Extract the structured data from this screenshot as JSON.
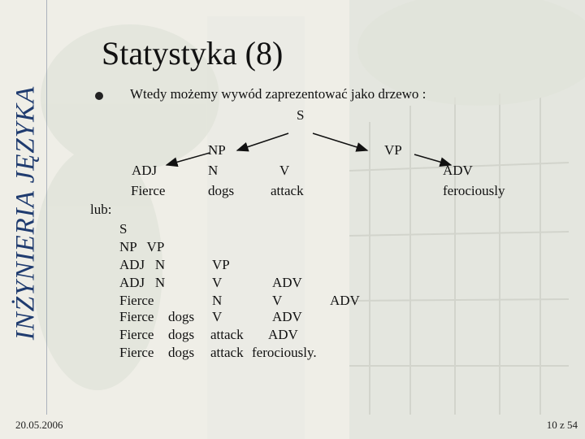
{
  "side_title": "INŻYNIERIA JĘZYKA",
  "footer": {
    "date": "20.05.2006",
    "page": "10 z 54"
  },
  "slide": {
    "title": "Statystyka (8)",
    "intro": "Wtedy możemy wywód zaprezentować jako drzewo :"
  },
  "tree": {
    "root": "S",
    "np": "NP",
    "vp": "VP",
    "adj": "ADJ",
    "fierce": "Fierce",
    "n": "N",
    "dogs": "dogs",
    "v": "V",
    "attack": "attack",
    "adv": "ADV",
    "ferociously": "ferociously"
  },
  "alt": {
    "label": "lub:",
    "col1": [
      "S",
      "NP   VP",
      "ADJ   N",
      "ADJ   N",
      "Fierce",
      "Fierce",
      "Fierce",
      "Fierce"
    ],
    "col2": [
      "dogs",
      "dogs",
      "dogs"
    ],
    "col3": [
      "VP",
      "V",
      "N",
      "V",
      "attack",
      "attack"
    ],
    "col4": [
      "ADV",
      "V",
      "ADV",
      "ADV",
      "ferociously."
    ],
    "col5": "ADV"
  },
  "colors": {
    "sidebar_title": "#1f3b6f"
  }
}
